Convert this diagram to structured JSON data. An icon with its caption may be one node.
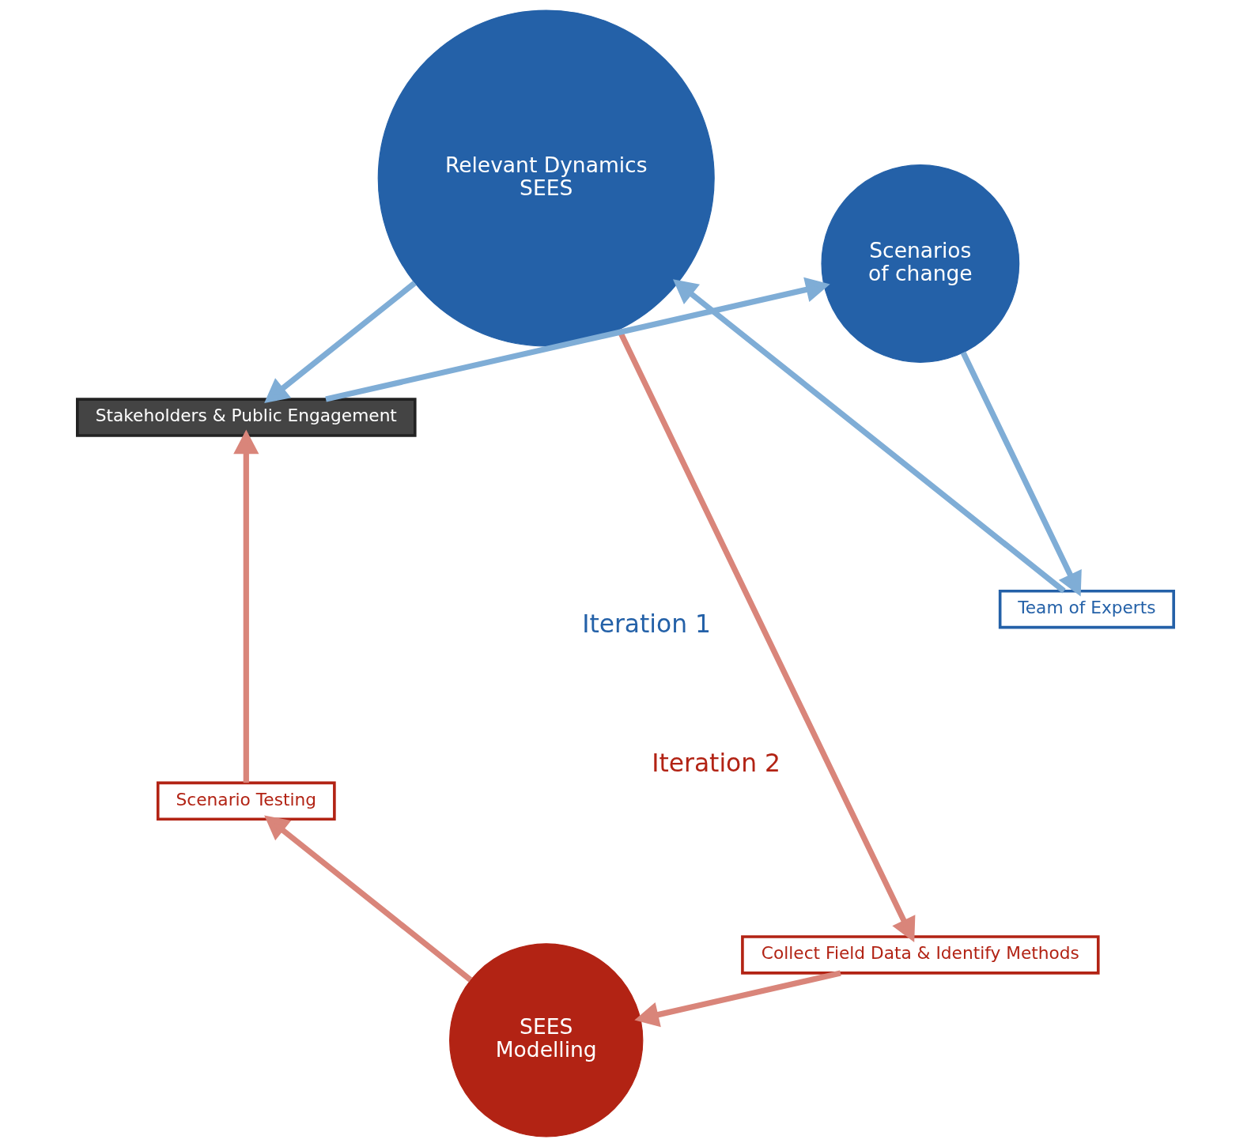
{
  "diagram": {
    "nodes": [
      {
        "text": [
          "Relevant Dynamics",
          "SEES"
        ]
      },
      {
        "text": [
          "Team of Experts"
        ]
      },
      {
        "text": [
          "Scenarios",
          "of change"
        ]
      },
      {
        "text": [
          "Stakeholders & Public Engagement"
        ]
      },
      {
        "text": [
          "Collect Field Data & Identify Methods"
        ]
      },
      {
        "text": [
          "SEES",
          "Modelling"
        ]
      },
      {
        "text": [
          "Scenario Testing"
        ]
      }
    ],
    "edges": [
      {
        "from": 2,
        "to": 1,
        "arrow": "to",
        "color": "#7fadd6"
      },
      {
        "from": 1,
        "to": 0,
        "arrow": "to",
        "color": "#7fadd6"
      },
      {
        "from": 0,
        "to": 3,
        "arrow": "to",
        "color": "#7fadd6"
      },
      {
        "from": 3,
        "to": 2,
        "arrow": "to",
        "color": "#7fadd6"
      },
      {
        "from": 0,
        "to": 4,
        "arrow": "to",
        "color": "#d9857a"
      },
      {
        "from": 4,
        "to": 5,
        "arrow": "to",
        "color": "#d9857a"
      },
      {
        "from": 5,
        "to": 6,
        "arrow": "to",
        "color": "#d9857a"
      },
      {
        "from": 6,
        "to": 3,
        "arrow": "to",
        "color": "#d9857a"
      }
    ],
    "labels": [
      "Iteration 1",
      "Iteration 2"
    ]
  }
}
